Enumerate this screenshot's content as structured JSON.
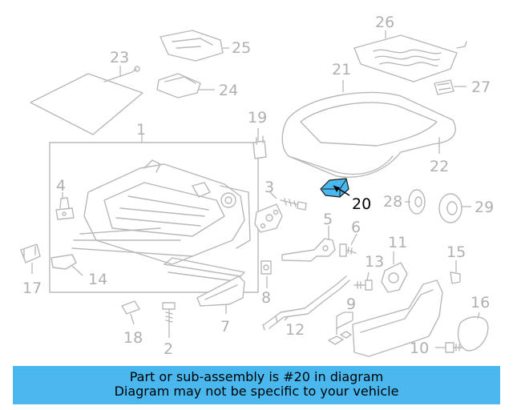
{
  "diagram": {
    "callouts": [
      "1",
      "2",
      "3",
      "4",
      "5",
      "6",
      "7",
      "8",
      "9",
      "10",
      "11",
      "12",
      "13",
      "14",
      "15",
      "16",
      "17",
      "18",
      "19",
      "20",
      "21",
      "22",
      "23",
      "24",
      "25",
      "26",
      "27",
      "28",
      "29"
    ],
    "highlighted_part": "20",
    "highlight_color": "#4ab8ee",
    "line_color": "#b8b8b8"
  },
  "banner": {
    "line1": "Part or sub-assembly is #20 in diagram",
    "line2": "Diagram may not be specific to your vehicle",
    "background": "#4ab8ee"
  }
}
